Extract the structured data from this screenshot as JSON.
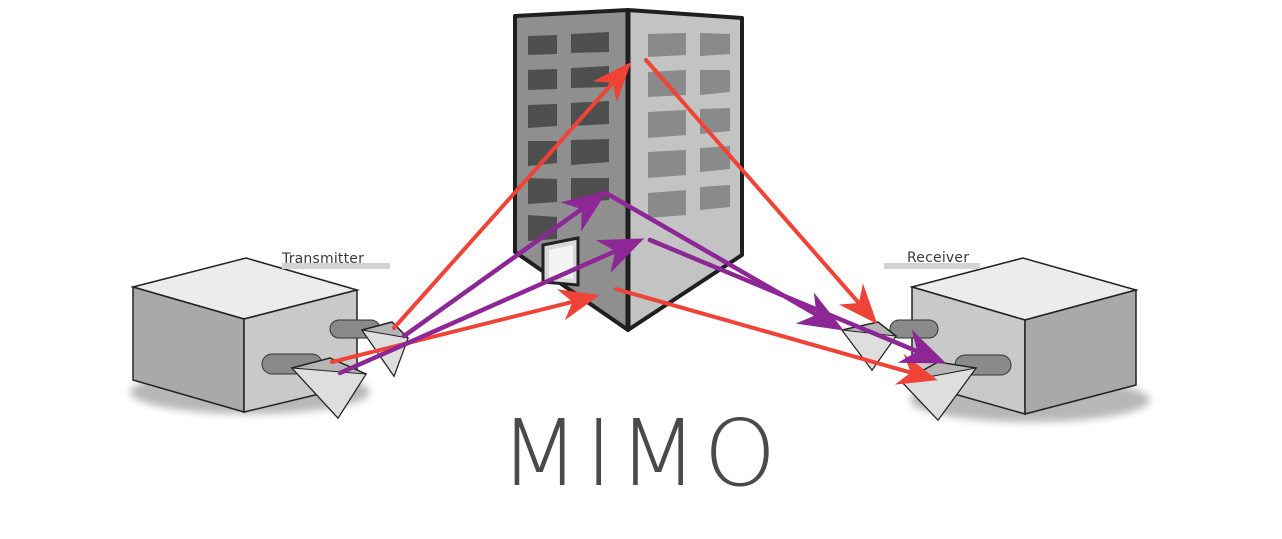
{
  "diagram": {
    "title": "MIMO",
    "transmitter_label": "Transmitter",
    "receiver_label": "Receiver"
  },
  "colors": {
    "red_path": "#ef4338",
    "purple_path": "#8d2796",
    "building_left_face": "#8f8f8f",
    "building_right_face": "#c2c2c2",
    "box_top": "#e9e9e9",
    "box_front": "#bdbdbd",
    "text": "#4a4a4a"
  },
  "icons": [
    "building-icon",
    "transmitter-box-icon",
    "receiver-box-icon",
    "antenna-icon"
  ]
}
